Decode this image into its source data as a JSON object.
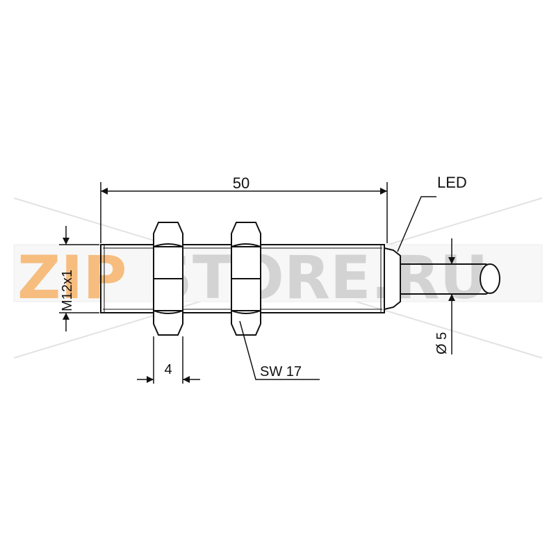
{
  "drawing": {
    "dim_length": "50",
    "dim_thread": "M12x1",
    "dim_nut_thickness": "4",
    "dim_wrench_size": "SW 17",
    "dim_cable_diameter": "Ø 5",
    "led_label": "LED"
  },
  "watermark": {
    "text_zip": "ZIP",
    "text_store": "STORE.RU",
    "colors": {
      "zip": "#f6b46a",
      "store": "#c8c8c8"
    }
  },
  "colors": {
    "line": "#111111",
    "background": "#ffffff"
  }
}
